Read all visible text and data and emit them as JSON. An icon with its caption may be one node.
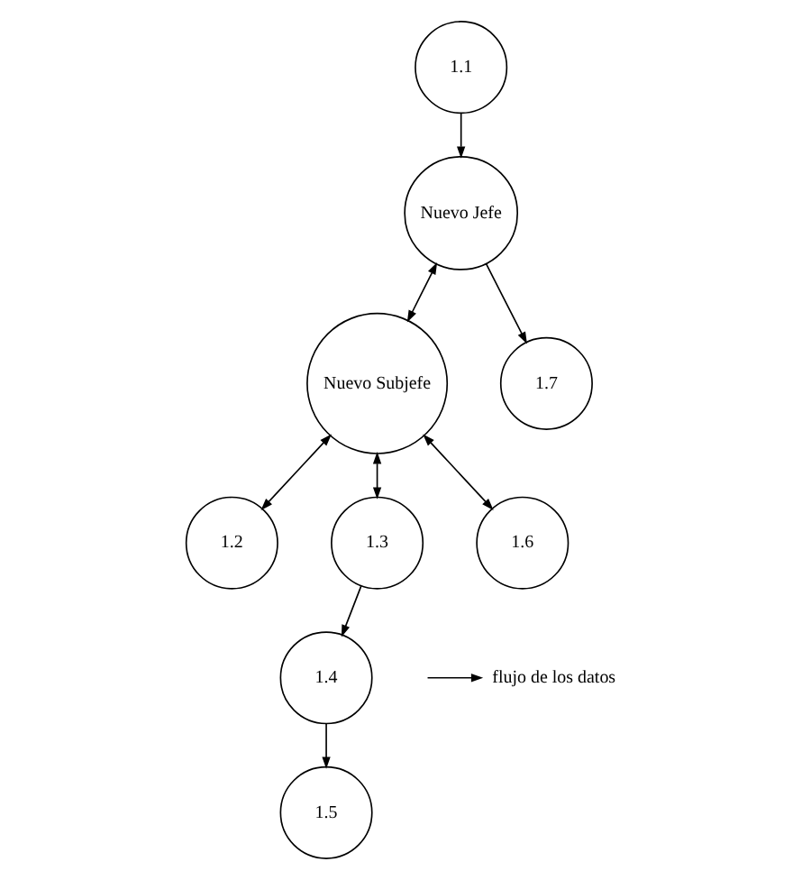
{
  "diagram": {
    "nodes": [
      {
        "text": [
          "Nuevo Jefe"
        ]
      },
      {
        "text": [
          "1.1"
        ]
      },
      {
        "text": [
          "Nuevo Subjefe"
        ]
      },
      {
        "text": [
          "1.7"
        ]
      },
      {
        "text": [
          "1.2"
        ]
      },
      {
        "text": [
          "1.3"
        ]
      },
      {
        "text": [
          "1.6"
        ]
      },
      {
        "text": [
          "1.4"
        ]
      },
      {
        "text": [
          "1.5"
        ]
      }
    ],
    "edges": [
      {
        "from": 1,
        "to": 0,
        "arrow": "to"
      },
      {
        "from": 0,
        "to": 2,
        "arrow": "both"
      },
      {
        "from": 0,
        "to": 3,
        "arrow": "to"
      },
      {
        "from": 2,
        "to": 4,
        "arrow": "both"
      },
      {
        "from": 2,
        "to": 5,
        "arrow": "both"
      },
      {
        "from": 2,
        "to": 6,
        "arrow": "both"
      },
      {
        "from": 5,
        "to": 7,
        "arrow": "to"
      },
      {
        "from": 7,
        "to": 8,
        "arrow": "to"
      }
    ],
    "legend": [
      {
        "text": "flujo de los datos"
      }
    ]
  }
}
